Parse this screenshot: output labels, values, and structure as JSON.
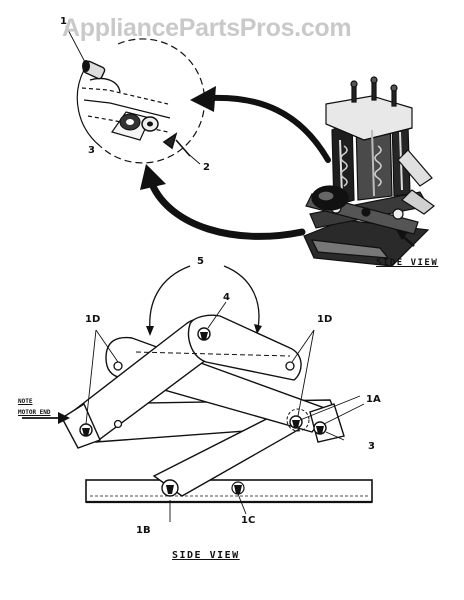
{
  "watermark": "AppliancePartsPros.com",
  "callouts": {
    "c1": "1",
    "c2": "2",
    "c3_upper": "3",
    "c5": "5",
    "c4": "4",
    "c1d_left": "1D",
    "c1d_right": "1D",
    "c1a": "1A",
    "c3_lower": "3",
    "c1b": "1B",
    "c1c": "1C"
  },
  "labels": {
    "side_view_top": "SIDE VIEW",
    "side_view_bottom": "SIDE VIEW",
    "note": "NOTE",
    "motor_end": "MOTOR END"
  }
}
